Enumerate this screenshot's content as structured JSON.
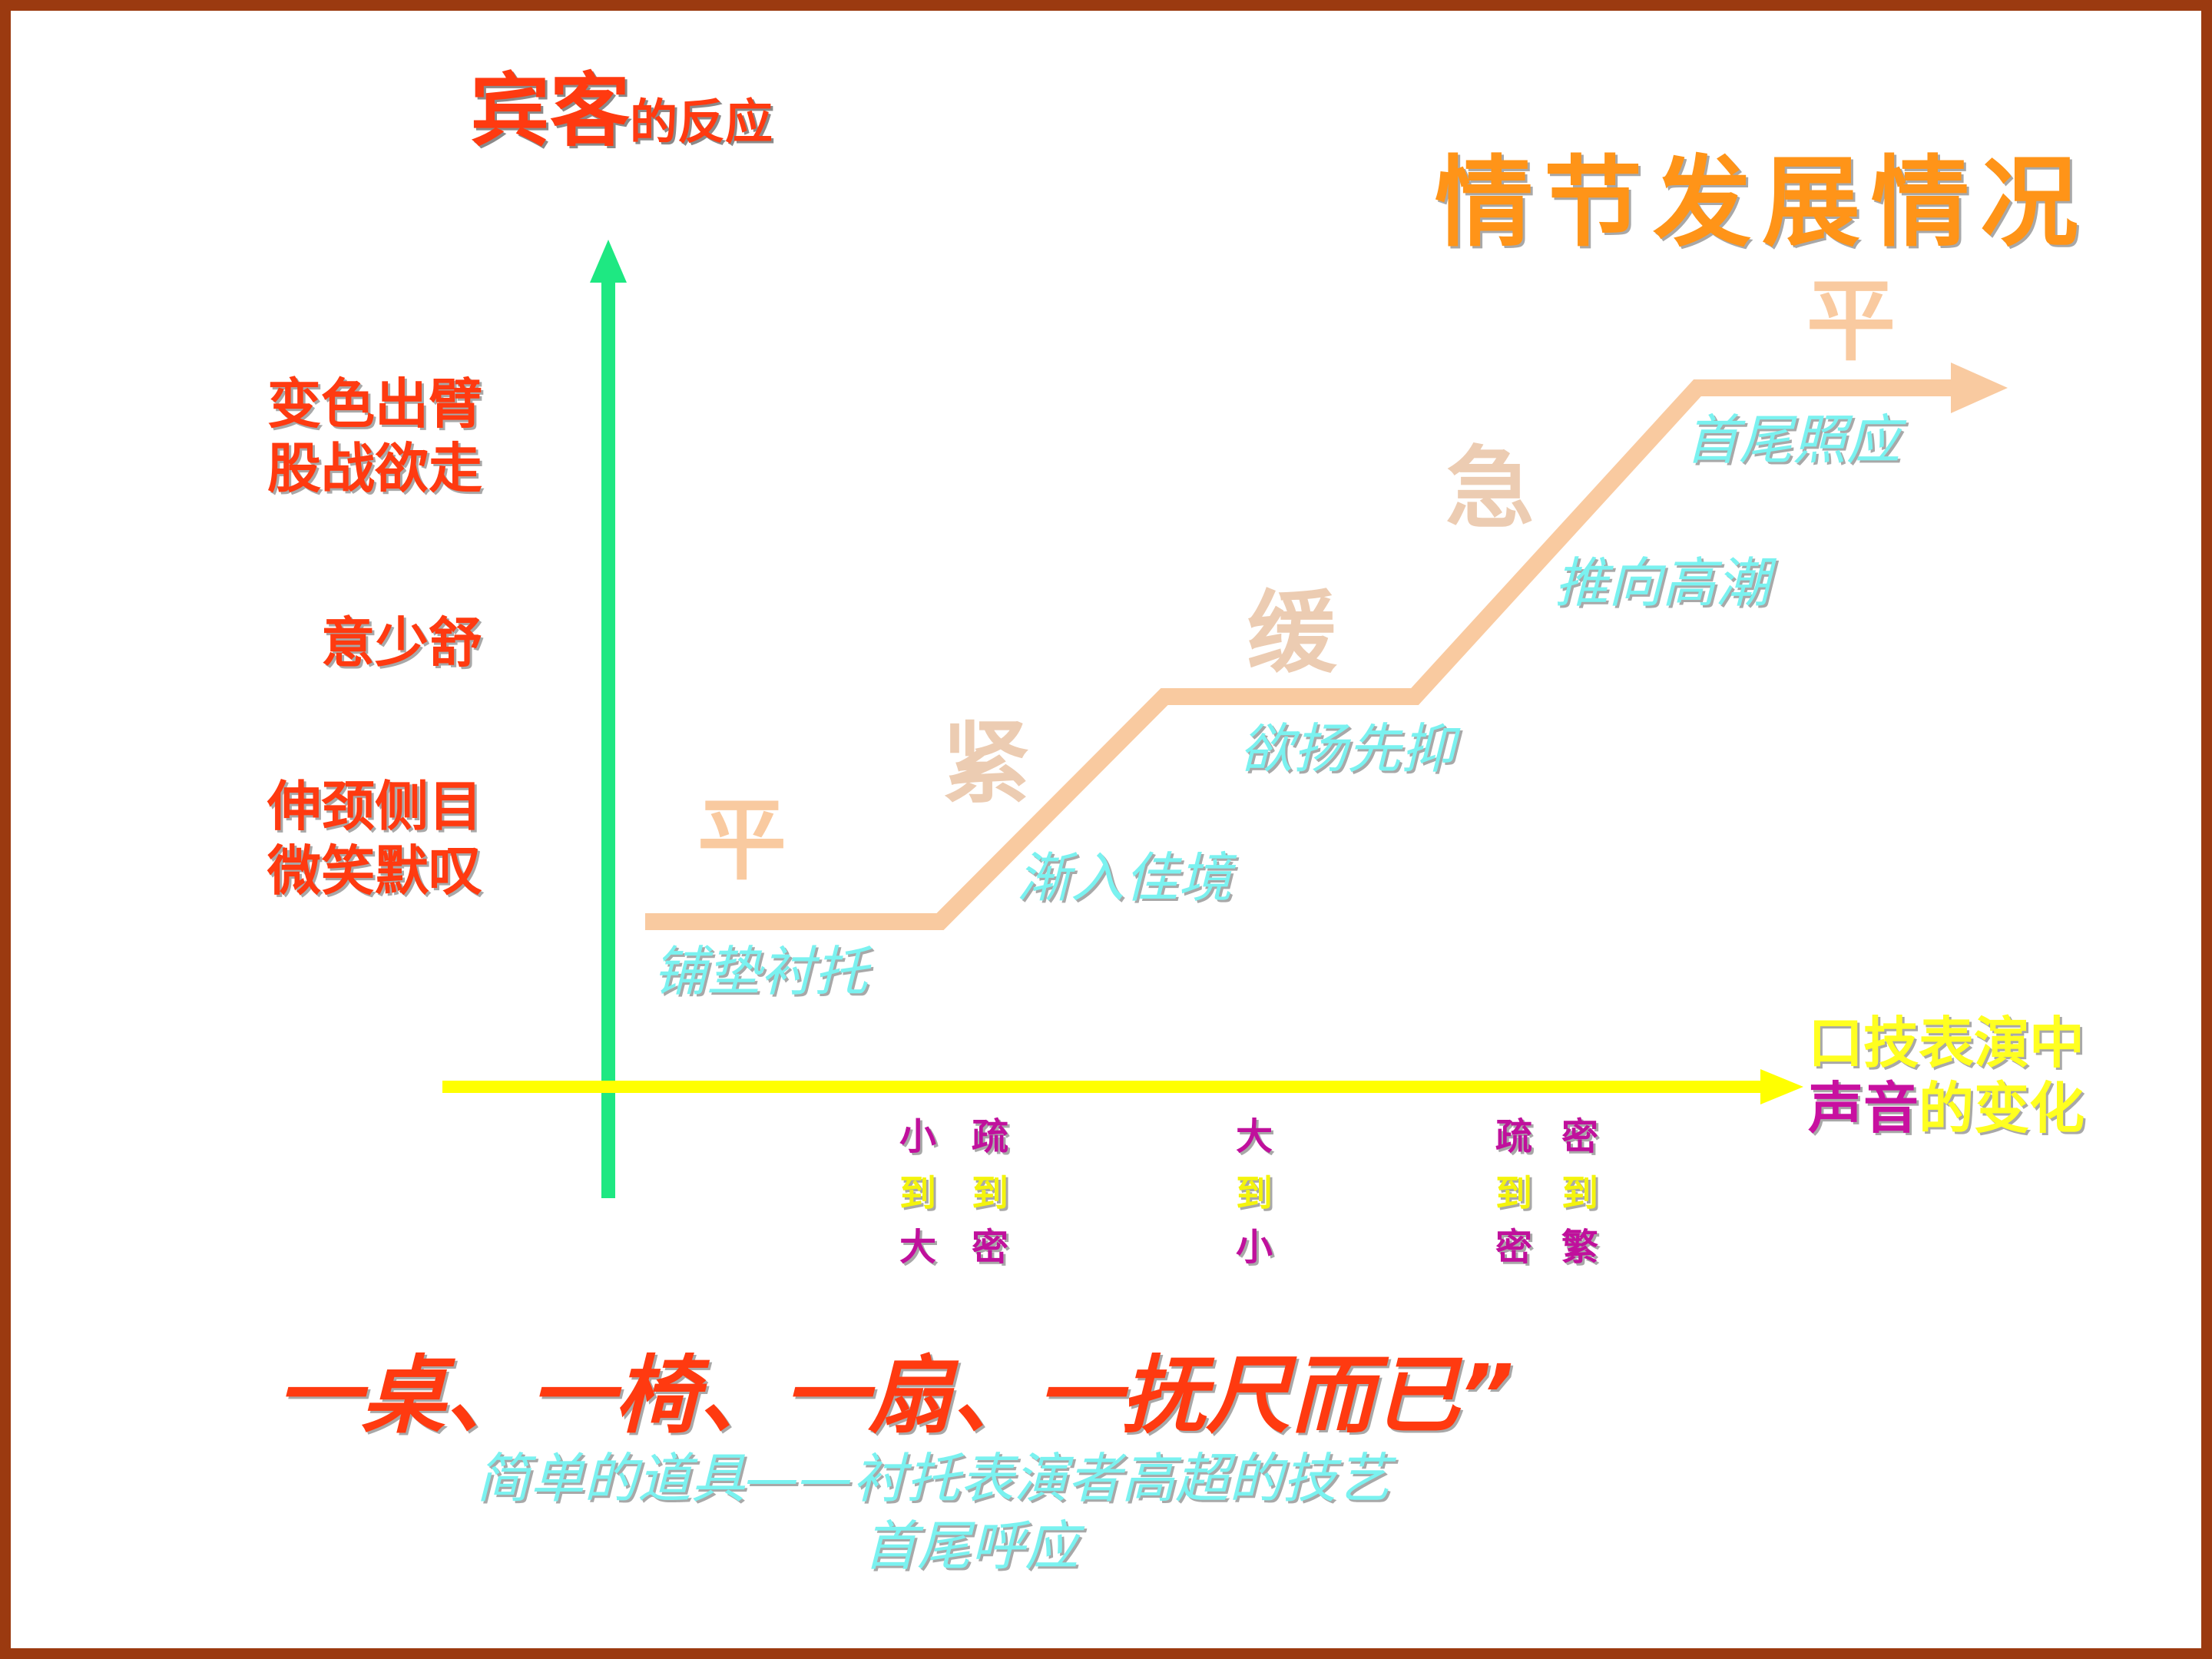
{
  "y_axis": {
    "title_big": "宾客",
    "title_small": "的反应",
    "color": "#1ee882"
  },
  "plot_title": "情节发展情况",
  "reactions": {
    "top": [
      "变色出臂",
      "股战欲走"
    ],
    "middle": [
      "意少舒"
    ],
    "low": [
      "伸颈侧目",
      "微笑默叹"
    ]
  },
  "stages": [
    {
      "char": "平",
      "desc": "铺垫衬托"
    },
    {
      "char": "紧",
      "desc": "渐入佳境"
    },
    {
      "char": "缓",
      "desc": "欲扬先抑"
    },
    {
      "char": "急",
      "desc": "推向高潮"
    },
    {
      "char": "平",
      "desc": "首尾照应"
    }
  ],
  "plot_line_color": "#f9caa0",
  "x_axis": {
    "color": "#ffff00",
    "label_line1": "口技表演中",
    "label_line2_a": "声音",
    "label_line2_b": "的变化"
  },
  "voice_changes": [
    {
      "chars": [
        "小",
        "到",
        "大"
      ]
    },
    {
      "chars": [
        "疏",
        "到",
        "密"
      ]
    },
    {
      "chars": [
        "大",
        "到",
        "小"
      ]
    },
    {
      "chars": [
        "疏",
        "到",
        "密"
      ]
    },
    {
      "chars": [
        "密",
        "到",
        "繁"
      ]
    }
  ],
  "quote": "一桌、一椅、一扇、一抚尺而已”",
  "bottom_line1": "简单的道具——衬托表演者高超的技艺",
  "bottom_line2": "首尾呼应"
}
